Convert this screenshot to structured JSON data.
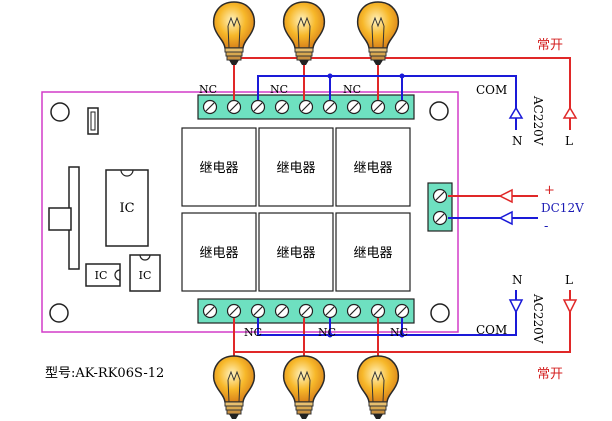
{
  "labels": {
    "nc": "NC",
    "com": "COM",
    "ac_voltage": "AC220V",
    "neutral": "N",
    "live": "L",
    "normally_open": "常开",
    "dc_voltage": "DC12V",
    "plus": "+",
    "minus": "-",
    "ic": "IC",
    "model": "型号:AK-RK06S-12"
  },
  "relays": [
    {
      "label": "继电器"
    },
    {
      "label": "继电器"
    },
    {
      "label": "继电器"
    },
    {
      "label": "继电器"
    },
    {
      "label": "继电器"
    },
    {
      "label": "继电器"
    }
  ],
  "colors": {
    "board_outline": "#d23cc8",
    "live_wire": "#e02828",
    "neutral_wire": "#1a1ad8",
    "terminal_fill": "#6ee0c0",
    "bulb_glass": "#f7b82a",
    "text": "#000000"
  },
  "icons": [
    "light-bulb-icon",
    "arrow-up-icon",
    "arrow-down-icon",
    "arrow-left-icon",
    "screw-terminal-icon"
  ]
}
